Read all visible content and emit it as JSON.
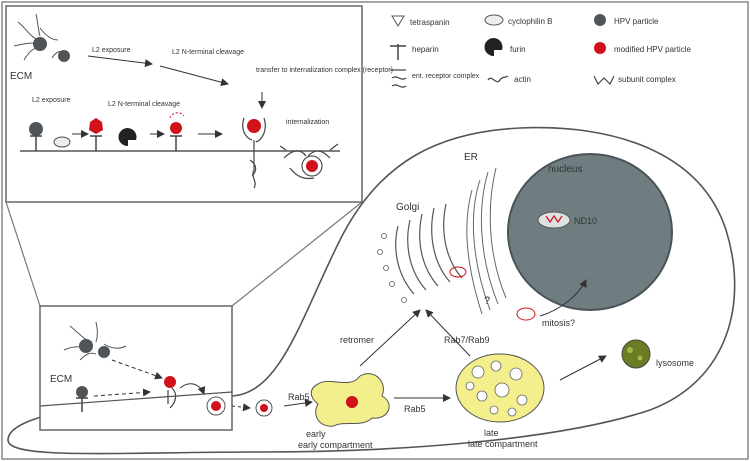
{
  "legend": {
    "tetraspanin": "tetraspanin",
    "cyclophilin_b": "cyclophilin B",
    "hpv_particle": "HPV particle",
    "heparin": "heparin",
    "furin": "furin",
    "modified_particle": "modified HPV particle",
    "receptor_complex": "ent. receptor complex",
    "actin": "actin",
    "subunit_complex": "subunit complex"
  },
  "inset": {
    "ecm": "ECM",
    "l2_exposure_top": "L2 exposure",
    "l2_cleavage_top": "L2 N-terminal cleavage",
    "transfer": "transfer to internalization complex (receptor)",
    "l2_exposure_left": "L2 exposure",
    "l2_cleavage_mid": "L2 N-terminal cleavage",
    "internalization": "internalization"
  },
  "cell": {
    "er": "ER",
    "nucleus": "nucleus",
    "nd10": "ND10",
    "golgi": "Golgi",
    "mitosis": "mitosis?",
    "question": "?",
    "retromer": "retromer",
    "rab7_rab9": "Rab7/Rab9",
    "rab5": "Rab5",
    "rab5_b": "Rab5",
    "early_compartment": "early compartment",
    "late_compartment": "late compartment",
    "lysosome": "lysosome",
    "ecm_lower": "ECM"
  },
  "colors": {
    "outline": "#5a5a5a",
    "nucleus": "#6f7d80",
    "red": "#d0121b",
    "yellow": "#f2ef8c",
    "lysosome": "#6b7d22",
    "grey_particle": "#4e5458"
  }
}
